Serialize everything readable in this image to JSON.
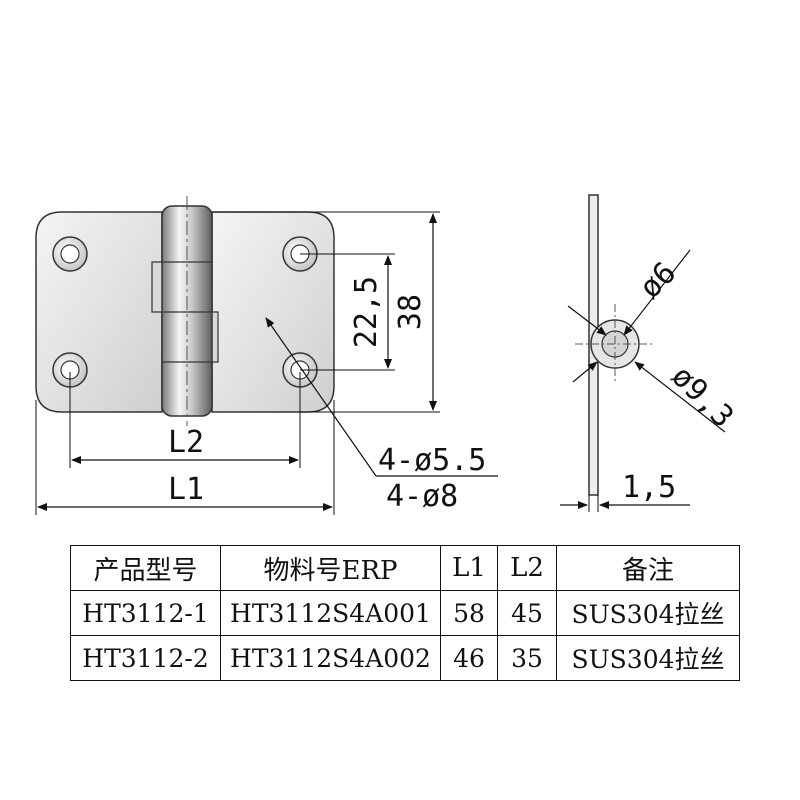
{
  "front_view": {
    "dim_l1": "L1",
    "dim_l2": "L2",
    "dim_height": "38",
    "dim_hole_spacing": "22,5",
    "dim_hole_small": "4-ø5.5",
    "dim_hole_large": "4-ø8"
  },
  "side_view": {
    "dim_pin": "ø6",
    "dim_knuckle": "ø9,3",
    "dim_thickness": "1,5"
  },
  "spec_table": {
    "headers": [
      "产品型号",
      "物料号ERP",
      "L1",
      "L2",
      "备注"
    ],
    "rows": [
      [
        "HT3112-1",
        "HT3112S4A001",
        "58",
        "45",
        "SUS304拉丝"
      ],
      [
        "HT3112-2",
        "HT3112S4A002",
        "46",
        "35",
        "SUS304拉丝"
      ]
    ]
  }
}
